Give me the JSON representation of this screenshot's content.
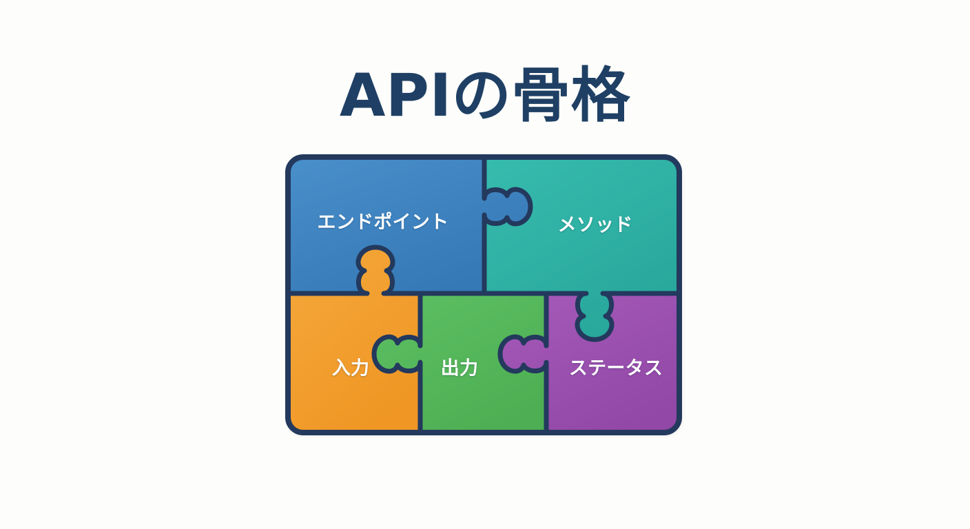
{
  "page": {
    "background_color": "#fdfdfb",
    "title": "APIの骨格",
    "title_color": "#1f4064"
  },
  "diagram": {
    "name": "api-skeleton-puzzle",
    "outline_stroke_color": "#23395d",
    "pieces": [
      {
        "id": "endpoint",
        "label": "エンドポイント",
        "color": "#3b85c4",
        "row": "top",
        "column": "left",
        "label_color": "#ffffff"
      },
      {
        "id": "method",
        "label": "メソッド",
        "color": "#2eb3a6",
        "row": "top",
        "column": "right",
        "label_color": "#ffffff"
      },
      {
        "id": "input",
        "label": "入力",
        "color": "#f2a030",
        "row": "bottom",
        "column": "left",
        "label_color": "#ffffff"
      },
      {
        "id": "output",
        "label": "出力",
        "color": "#55b75b",
        "row": "bottom",
        "column": "center",
        "label_color": "#ffffff"
      },
      {
        "id": "status",
        "label": "ステータス",
        "color": "#9b51b0",
        "row": "bottom",
        "column": "right",
        "label_color": "#ffffff"
      }
    ]
  }
}
